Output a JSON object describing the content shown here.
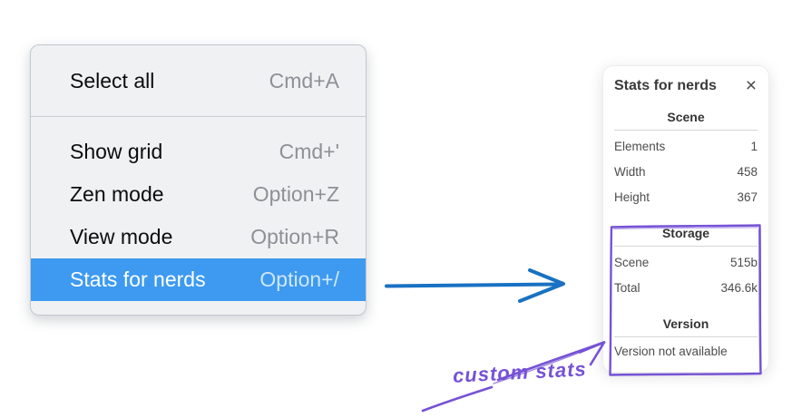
{
  "colors": {
    "page_bg": "#ffffff",
    "menu_bg": "#f0f1f3",
    "menu_highlight": "#3d9af0",
    "panel_bg": "#ffffff",
    "pointer_arrow": "#1971c2",
    "annotation_violet": "#7552d6"
  },
  "context_menu": {
    "sections": [
      {
        "items": [
          {
            "label": "Select all",
            "shortcut": "Cmd+A",
            "selected": false
          }
        ]
      },
      {
        "items": [
          {
            "label": "Show grid",
            "shortcut": "Cmd+'",
            "selected": false
          },
          {
            "label": "Zen mode",
            "shortcut": "Option+Z",
            "selected": false
          },
          {
            "label": "View mode",
            "shortcut": "Option+R",
            "selected": false
          },
          {
            "label": "Stats for nerds",
            "shortcut": "Option+/",
            "selected": true
          }
        ]
      }
    ]
  },
  "stats_panel": {
    "title": "Stats for nerds",
    "close_glyph": "×",
    "scene_section": {
      "heading": "Scene",
      "rows": [
        {
          "label": "Elements",
          "value": "1"
        },
        {
          "label": "Width",
          "value": "458"
        },
        {
          "label": "Height",
          "value": "367"
        }
      ]
    },
    "storage_section": {
      "heading": "Storage",
      "rows": [
        {
          "label": "Scene",
          "value": "515b"
        },
        {
          "label": "Total",
          "value": "346.6k"
        }
      ]
    },
    "version_section": {
      "heading": "Version",
      "note": "Version not available"
    }
  },
  "annotations": {
    "label": "custom stats"
  }
}
